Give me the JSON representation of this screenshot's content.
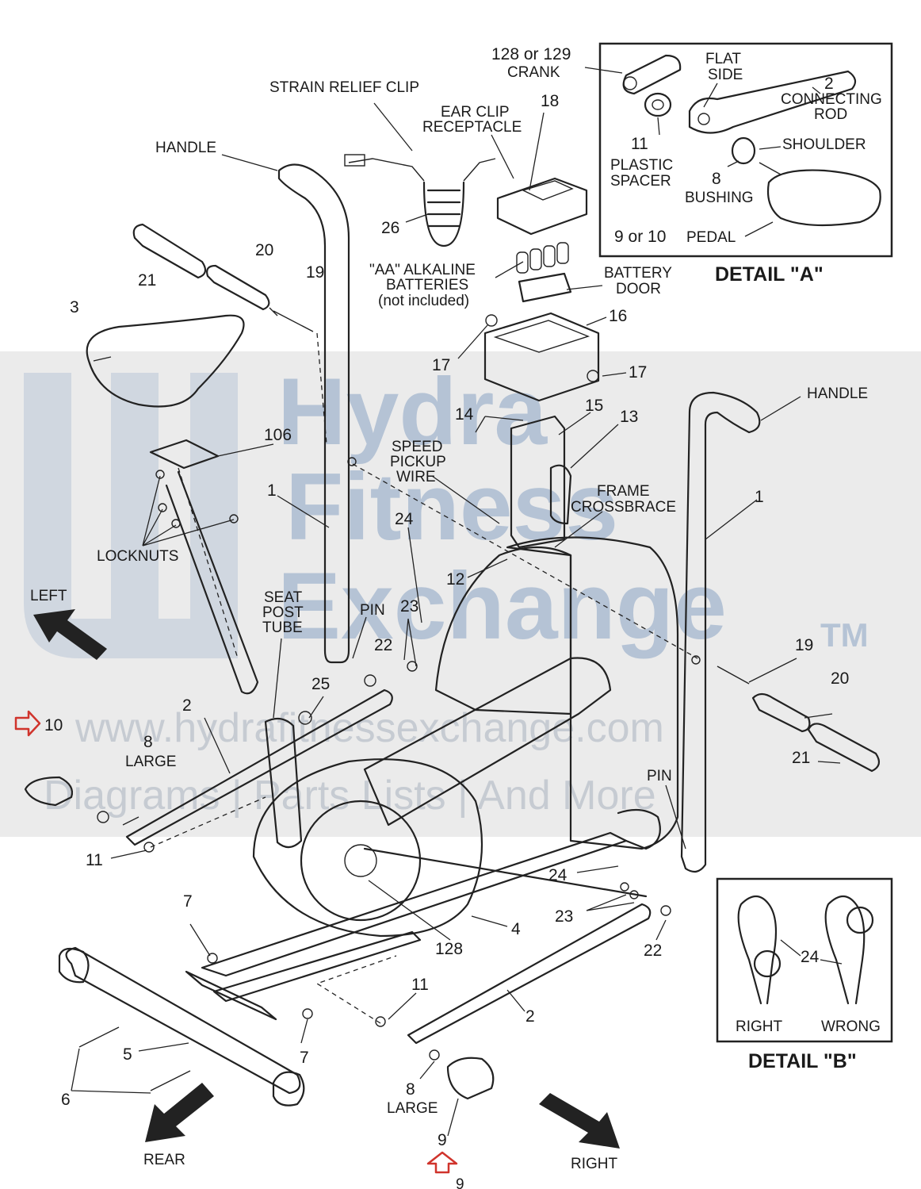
{
  "watermark": {
    "brand_line1": "Hydra",
    "brand_line2": "Fitness",
    "brand_line3": "Exchange",
    "trademark": "TM",
    "url": "www.hydrafitnessexchange.com",
    "tagline": "Diagrams | Parts Lists | And More"
  },
  "labels": {
    "handle": "HANDLE",
    "strain_relief_clip": "STRAIN RELIEF CLIP",
    "ear_clip": "EAR CLIP",
    "receptacle": "RECEPTACLE",
    "crank_1": "128 or 129",
    "crank_2": "CRANK",
    "aa_1": "\"AA\" ALKALINE",
    "aa_2": "BATTERIES",
    "aa_3": "(not included)",
    "battery_1": "BATTERY",
    "battery_2": "DOOR",
    "speed_1": "SPEED",
    "speed_2": "PICKUP",
    "speed_3": "WIRE",
    "frame_1": "FRAME",
    "frame_2": "CROSSBRACE",
    "locknuts": "LOCKNUTS",
    "left": "LEFT",
    "seat_1": "SEAT",
    "seat_2": "POST",
    "seat_3": "TUBE",
    "pin": "PIN",
    "large": "LARGE",
    "rear": "REAR",
    "right": "RIGHT"
  },
  "numbers": {
    "n1": "1",
    "n2": "2",
    "n3": "3",
    "n4": "4",
    "n5": "5",
    "n6": "6",
    "n7": "7",
    "n8": "8",
    "n9": "9",
    "n10": "10",
    "n11": "11",
    "n12": "12",
    "n13": "13",
    "n14": "14",
    "n15": "15",
    "n16": "16",
    "n17": "17",
    "n18": "18",
    "n19": "19",
    "n20": "20",
    "n21": "21",
    "n22": "22",
    "n23": "23",
    "n24": "24",
    "n25": "25",
    "n26": "26",
    "n106": "106",
    "n128": "128"
  },
  "detail_a": {
    "title": "DETAIL \"A\"",
    "flat_1": "FLAT",
    "flat_2": "SIDE",
    "rod_num": "2",
    "rod_1": "CONNECTING",
    "rod_2": "ROD",
    "spacer_num": "11",
    "spacer_1": "PLASTIC",
    "spacer_2": "SPACER",
    "shoulder": "SHOULDER",
    "bushing_num": "8",
    "bushing": "BUSHING",
    "pedal_num": "9 or 10",
    "pedal": "PEDAL"
  },
  "detail_b": {
    "title": "DETAIL \"B\"",
    "pin_num": "24",
    "right": "RIGHT",
    "wrong": "WRONG"
  },
  "highlight_color": "#d0342c",
  "page_mark": "9"
}
